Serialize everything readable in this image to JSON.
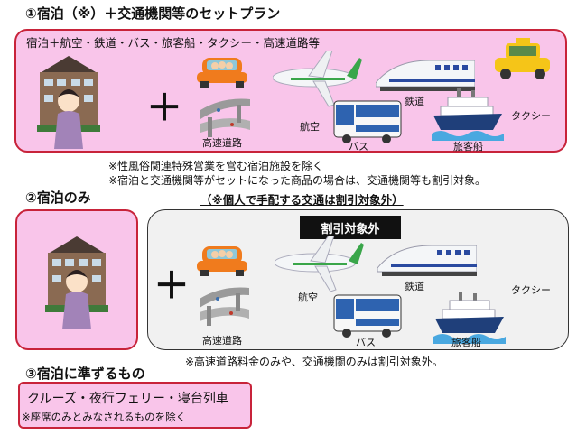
{
  "section1": {
    "title": "①宿泊（※）＋交通機関等のセットプラン",
    "subtitle": "宿泊＋航空・鉄道・バス・旅客船・タクシー・高速道路等",
    "labels": {
      "highway": "高速道路",
      "air": "航空",
      "rail": "鉄道",
      "taxi": "タクシー",
      "bus": "バス",
      "ship": "旅客船"
    },
    "plus": "＋",
    "notes": [
      "※性風俗関連特殊営業を営む宿泊施設を除く",
      "※宿泊と交通機関等がセットになった商品の場合は、交通機関等も割引対象。"
    ]
  },
  "section2": {
    "title": "②宿泊のみ",
    "subtitle": "（※個人で手配する交通は割引対象外）",
    "badge": "割引対象外",
    "labels": {
      "highway": "高速道路",
      "air": "航空",
      "rail": "鉄道",
      "taxi": "タクシー",
      "bus": "バス",
      "ship": "旅客船"
    },
    "plus": "＋",
    "note": "※高速道路料金のみや、交通機関のみは割引対象外。"
  },
  "section3": {
    "title": "③宿泊に準ずるもの",
    "main": "クルーズ・夜行フェリー・寝台列車",
    "note": "※座席のみとみなされるものを除く"
  },
  "colors": {
    "pink": "#f9c5ea",
    "border": "#c8233a",
    "gray": "#f1f1f1"
  }
}
